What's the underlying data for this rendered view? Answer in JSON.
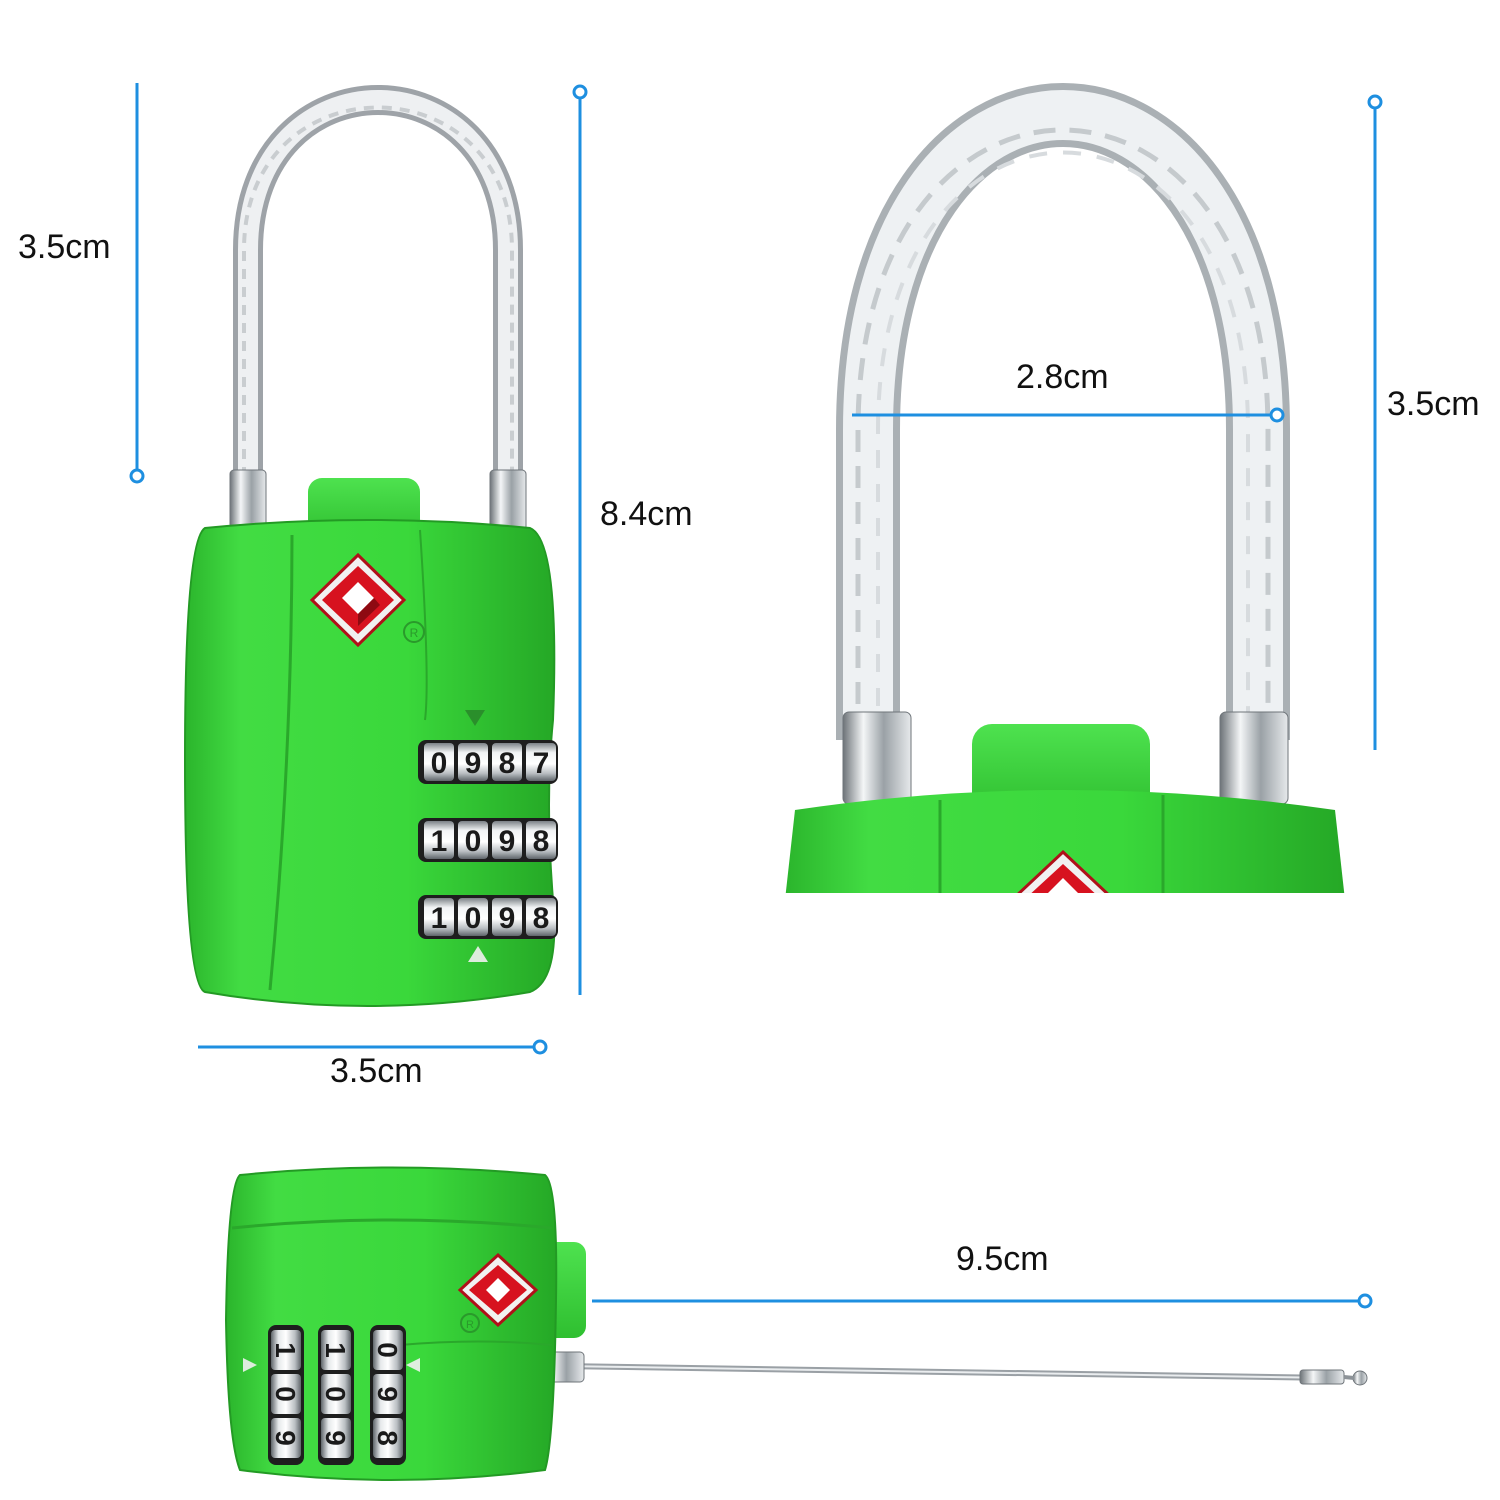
{
  "measurements": {
    "front_shackle_height": "3.5cm",
    "front_total_height": "8.4cm",
    "front_width": "3.5cm",
    "detail_inner_width": "2.8cm",
    "detail_shackle_height": "3.5cm",
    "cable_length": "9.5cm"
  },
  "dials": {
    "front": [
      [
        "0",
        "9",
        "8",
        "7"
      ],
      [
        "1",
        "0",
        "9",
        "8"
      ],
      [
        "1",
        "0",
        "9",
        "8"
      ]
    ],
    "side": [
      [
        "1",
        "0",
        "9"
      ],
      [
        "1",
        "0",
        "9"
      ],
      [
        "0",
        "9",
        "8"
      ]
    ]
  },
  "colors": {
    "body_green": "#39d33a",
    "body_green_dark": "#23a824",
    "tsa_red": "#d7121f",
    "dimension_blue": "#1e8fe0",
    "cable_gray": "#bfc3c7"
  },
  "icons": [
    "tsa-diamond-icon",
    "registered-mark-icon",
    "arrow-down-icon",
    "arrow-up-icon"
  ]
}
